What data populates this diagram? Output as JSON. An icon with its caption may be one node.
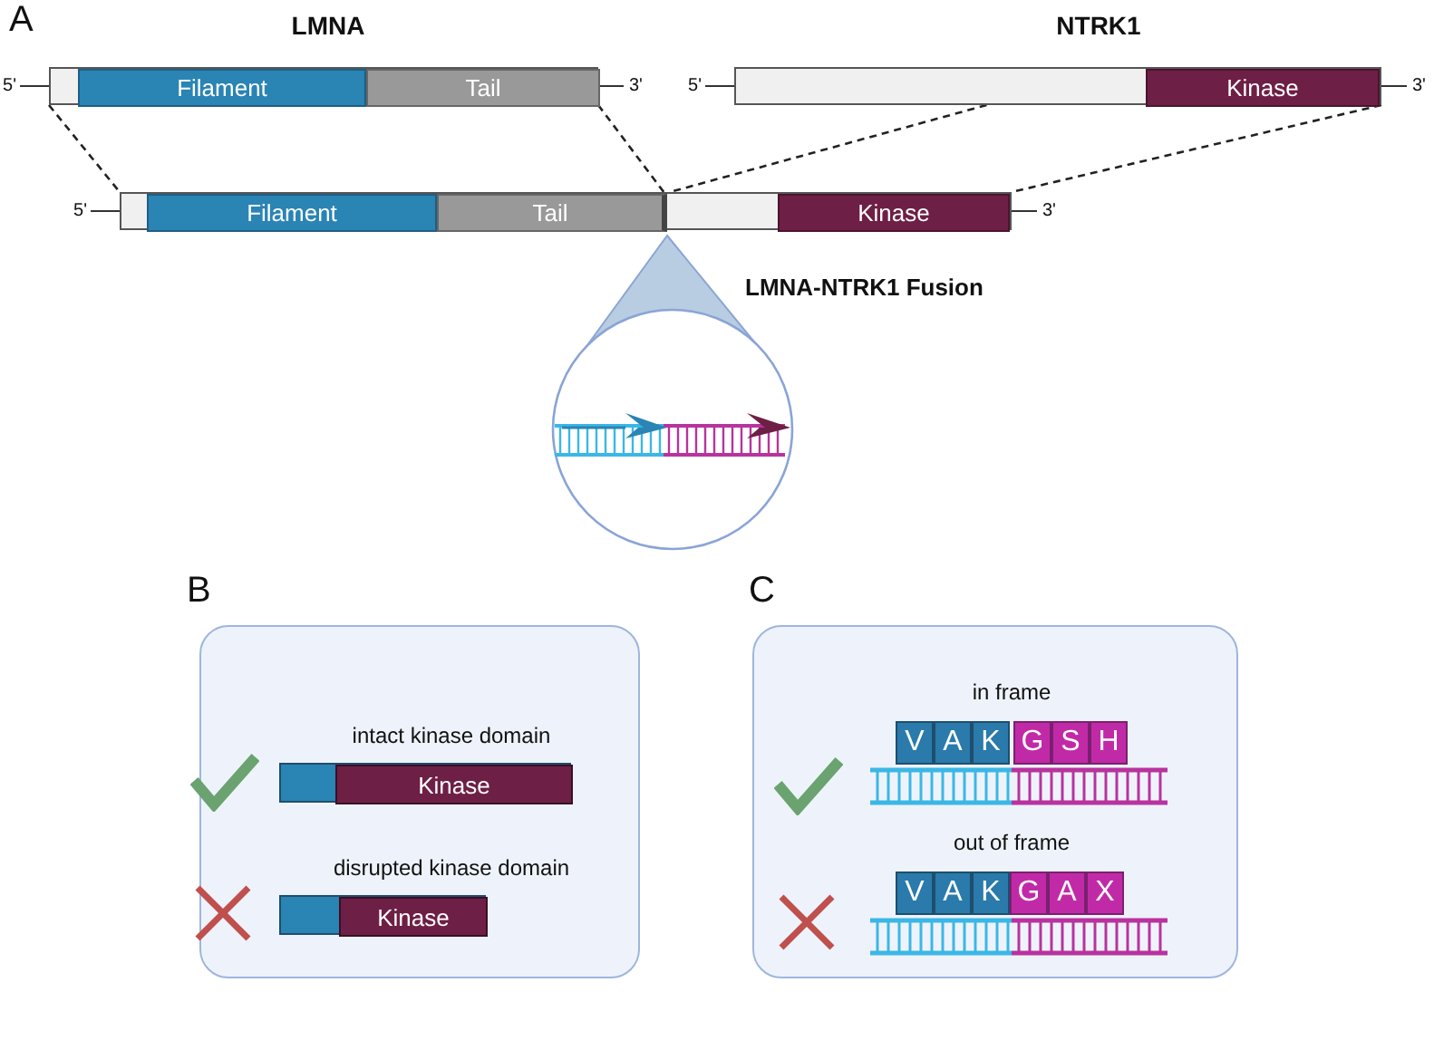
{
  "diagram": {
    "nodes": [
      {
        "text": [
          "LMNA"
        ],
        "beside": [
          "5'",
          "3'"
        ]
      },
      {
        "text": [
          "Filament"
        ],
        "in": 0
      },
      {
        "text": [
          "Tail"
        ],
        "in": 0
      },
      {
        "text": [
          "NTRK1"
        ],
        "beside": [
          "5'",
          "3'"
        ]
      },
      {
        "text": [
          "Kinase"
        ],
        "in": 3
      },
      {
        "text": [
          "LMNA-NTRK1 Fusion"
        ],
        "beside": [
          "5'",
          "3'"
        ]
      },
      {
        "text": [
          "Filament"
        ],
        "in": 5
      },
      {
        "text": [
          "Tail"
        ],
        "in": 5
      },
      {
        "text": [
          "Kinase"
        ],
        "in": 5
      },
      {
        "text": [
          "B"
        ]
      },
      {
        "text": [
          "intact kinase domain"
        ],
        "in": 9
      },
      {
        "text": [
          "Kinase"
        ],
        "in": 10
      },
      {
        "text": [
          "disrupted kinase domain"
        ],
        "in": 9
      },
      {
        "text": [
          "Kinase"
        ],
        "in": 12
      },
      {
        "text": [
          "C"
        ]
      },
      {
        "text": [
          "in frame"
        ],
        "in": 14
      },
      {
        "text": [
          "V"
        ],
        "in": 15
      },
      {
        "text": [
          "A"
        ],
        "in": 15
      },
      {
        "text": [
          "K"
        ],
        "in": 15
      },
      {
        "text": [
          "G"
        ],
        "in": 15
      },
      {
        "text": [
          "S"
        ],
        "in": 15
      },
      {
        "text": [
          "H"
        ],
        "in": 15
      },
      {
        "text": [
          "out of frame"
        ],
        "in": 14
      },
      {
        "text": [
          "V"
        ],
        "in": 22
      },
      {
        "text": [
          "A"
        ],
        "in": 22
      },
      {
        "text": [
          "K"
        ],
        "in": 22
      },
      {
        "text": [
          "G"
        ],
        "in": 22
      },
      {
        "text": [
          "A"
        ],
        "in": 22
      },
      {
        "text": [
          "X"
        ],
        "in": 22
      }
    ],
    "edges": [
      {
        "from": 0,
        "to": 5,
        "arrow": "none",
        "style": "dashed"
      },
      {
        "from": 0,
        "to": 5,
        "arrow": "none",
        "style": "dashed"
      },
      {
        "from": 3,
        "to": 5,
        "arrow": "none",
        "style": "dashed"
      },
      {
        "from": 3,
        "to": 5,
        "arrow": "none",
        "style": "dashed"
      }
    ],
    "labels": [
      "A"
    ]
  }
}
